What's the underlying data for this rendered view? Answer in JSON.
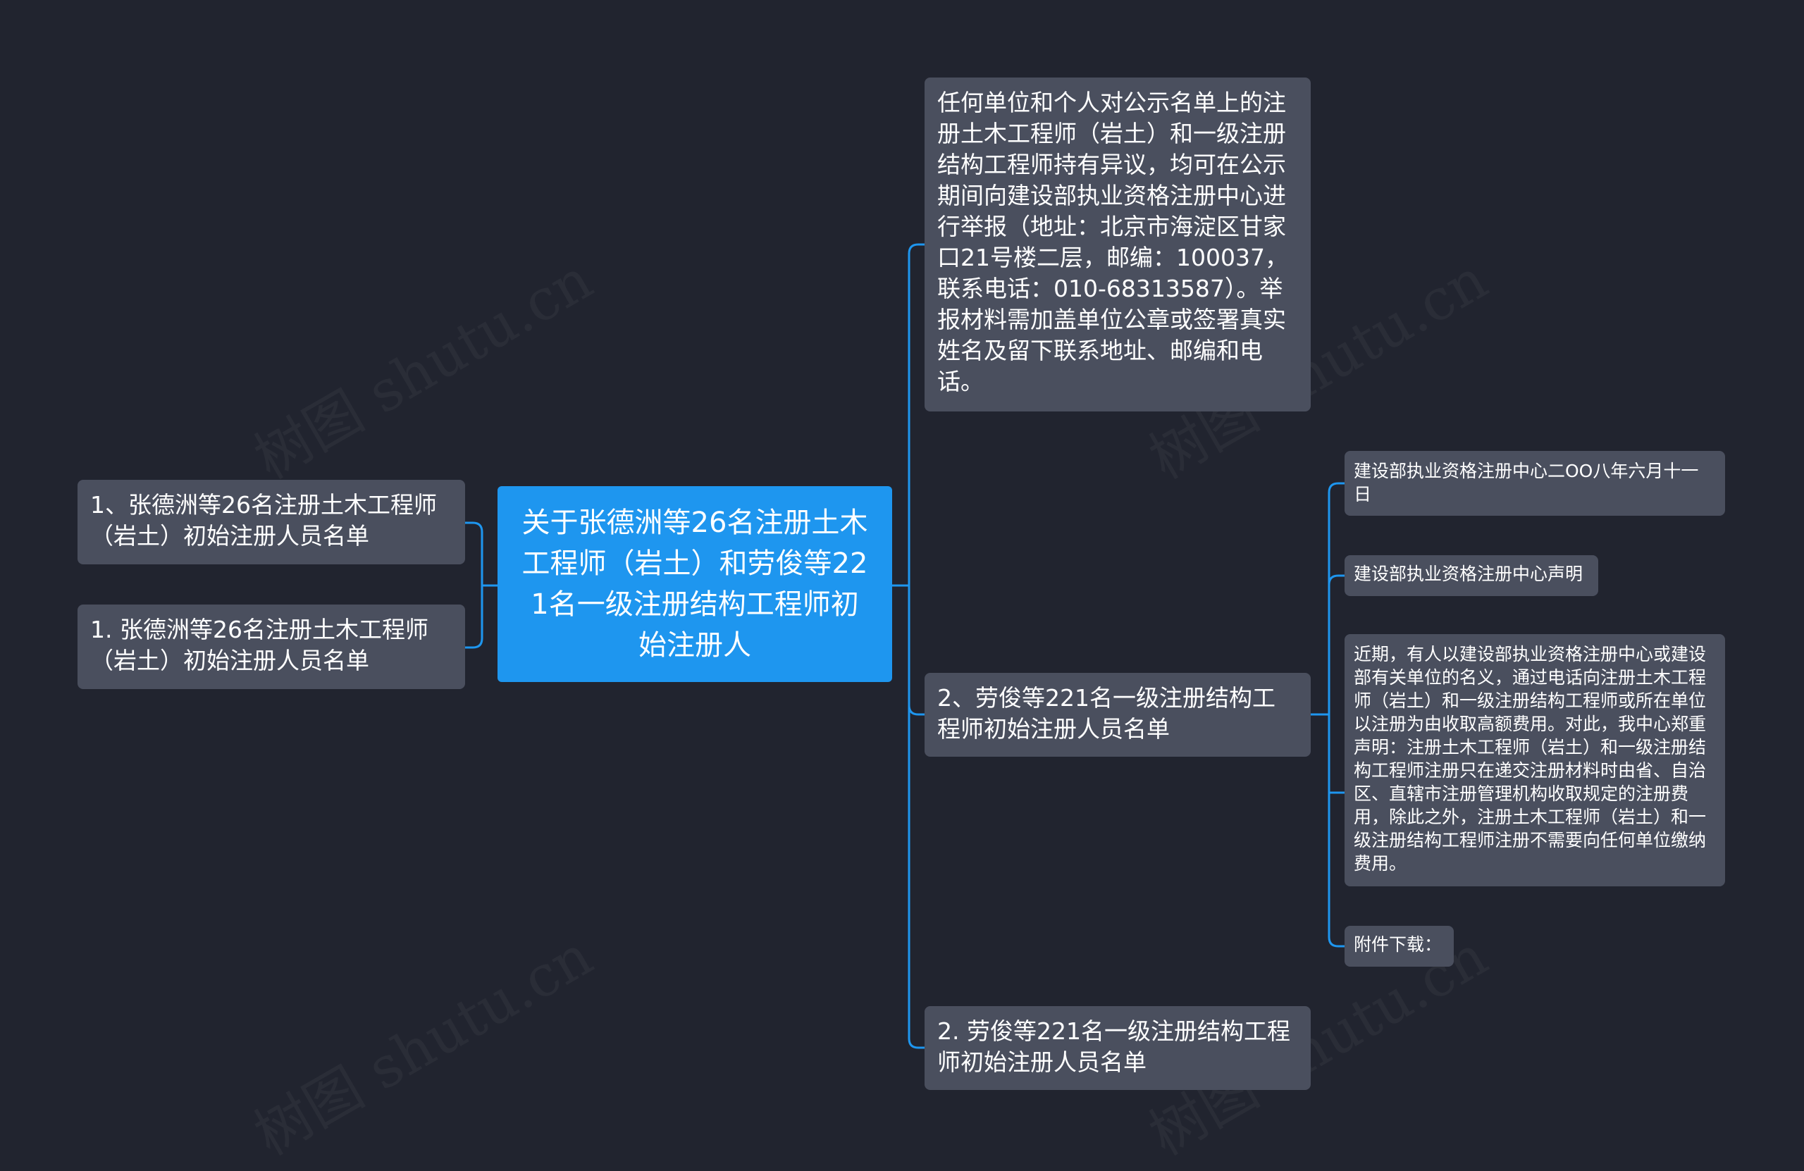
{
  "colors": {
    "background": "#21242f",
    "root_fill": "#1e96ef",
    "node_fill": "#4a4f5e",
    "connector": "#1e96ef",
    "text": "#ffffff"
  },
  "watermark": "树图 shutu.cn",
  "root": {
    "text": "关于张德洲等26名注册土木工程师（岩土）和劳俊等221名一级注册结构工程师初始注册人"
  },
  "left_children": [
    {
      "text": "1、张德洲等26名注册土木工程师（岩土）初始注册人员名单"
    },
    {
      "text": "1. 张德洲等26名注册土木工程师（岩土）初始注册人员名单"
    }
  ],
  "right_children": [
    {
      "text": "任何单位和个人对公示名单上的注册土木工程师（岩土）和一级注册结构工程师持有异议，均可在公示期间向建设部执业资格注册中心进行举报（地址：北京市海淀区甘家口21号楼二层，邮编：100037，联系电话：010-68313587）。举报材料需加盖单位公章或签署真实姓名及留下联系地址、邮编和电话。"
    },
    {
      "text": "2、劳俊等221名一级注册结构工程师初始注册人员名单",
      "children": [
        {
          "text": "建设部执业资格注册中心二OO八年六月十一日"
        },
        {
          "text": "建设部执业资格注册中心声明"
        },
        {
          "text": "近期，有人以建设部执业资格注册中心或建设部有关单位的名义，通过电话向注册土木工程师（岩土）和一级注册结构工程师或所在单位以注册为由收取高额费用。对此，我中心郑重声明：注册土木工程师（岩土）和一级注册结构工程师注册只在递交注册材料时由省、自治区、直辖市注册管理机构收取规定的注册费用，除此之外，注册土木工程师（岩土）和一级注册结构工程师注册不需要向任何单位缴纳费用。"
        },
        {
          "text": "附件下载："
        }
      ]
    },
    {
      "text": "2. 劳俊等221名一级注册结构工程师初始注册人员名单"
    }
  ]
}
